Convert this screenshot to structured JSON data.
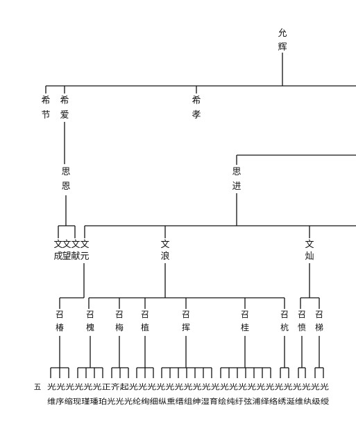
{
  "root": {
    "line1": "允",
    "line2": "辉"
  },
  "gen1": [
    {
      "line1": "希",
      "line2": "节"
    },
    {
      "line1": "希",
      "line2": "爱"
    },
    {
      "line1": "希",
      "line2": "孝"
    }
  ],
  "gen2": [
    {
      "line1": "思",
      "line2": "恩"
    },
    {
      "line1": "思",
      "line2": "进"
    }
  ],
  "gen3": [
    {
      "line1": "文",
      "line2": "成"
    },
    {
      "line1": "文",
      "line2": "望"
    },
    {
      "line1": "文",
      "line2": "献"
    },
    {
      "line1": "文",
      "line2": "元"
    },
    {
      "line1": "文",
      "line2": "浪"
    },
    {
      "line1": "文",
      "line2": "灿"
    }
  ],
  "gen4": [
    {
      "line1": "召",
      "line2": "椿"
    },
    {
      "line1": "召",
      "line2": "槐"
    },
    {
      "line1": "召",
      "line2": "梅"
    },
    {
      "line1": "召",
      "line2": "植"
    },
    {
      "line1": "召",
      "line2": "挥"
    },
    {
      "line1": "召",
      "line2": "桂"
    },
    {
      "line1": "召",
      "line2": "杭"
    },
    {
      "line1": "召",
      "line2": "愤"
    },
    {
      "line1": "召",
      "line2": "梯"
    }
  ],
  "page_number": "五",
  "bottom_row1": "光光光光光光正齐起光光光光光光光光光光光光光光光光光光光光光光",
  "bottom_row2": "维序缩现瑾璠珀光光光纶绚细纵熏缙组绅湿育绘纯纡弦浦绎络绣涎维纨级绶"
}
